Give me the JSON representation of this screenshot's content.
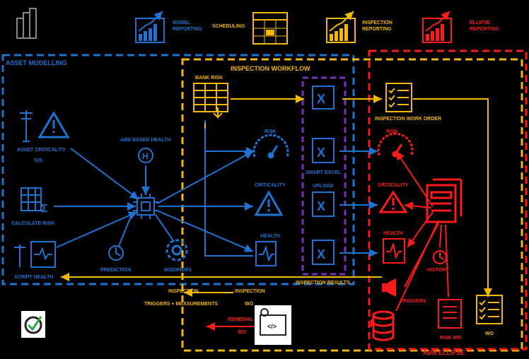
{
  "colors": {
    "blue": "#1e73d2",
    "yellow": "#f5b800",
    "red": "#ff1a1a",
    "purple": "#7a2fbf",
    "white": "#ffffff"
  },
  "header": {
    "model_reporting": "MODEL\nREPORTING",
    "scheduling": "SCHEDULING",
    "inspection_reporting": "INSPECTION\nREPORTING",
    "ellipse_reporting": "ELLIPSE\nREPORTING"
  },
  "regions": {
    "asset_modelling": "ASSET MODELLING",
    "inspection_workflow": "INSPECTION WORKFLOW",
    "abb_ellipse": "ABB ELLIPSE"
  },
  "nodes": {
    "asset_criticality": "ASSET CRITICALITY",
    "gis": "GIS",
    "abb_based_health": "ABB BASED HEALTH",
    "calculate_risk": "CALCULATE RISK",
    "script_health": "SCRIPT HEALTH",
    "prediction": "PREDICTION",
    "modifiers": "MODIFIERS",
    "bank_risk": "BANK RISK",
    "risk": "RISK",
    "criticality": "CRITICALITY",
    "health": "HEALTH",
    "smart_excel": "SMART EXCEL",
    "upload": "UPLOAD",
    "inspection_work_order": "INSPECTION WORK ORDER",
    "red_risk": "RISK",
    "red_criticality": "CRITICALITY",
    "red_health": "HEALTH",
    "history": "HISTORY",
    "triggers": "TRIGGERS",
    "risk_wo": "RISK WO",
    "wo": "WO",
    "inspection_results": "INSPECTION RESULTS",
    "inspection_triggers": "INSPECTION",
    "triggers_measurements": "TRIGGERS + MEASUREMENTS",
    "inspection_wo_top": "INSPECTION",
    "inspection_wo_bottom": "WO",
    "remedial": "REMEDIAL",
    "remedial_wo": "WO"
  }
}
